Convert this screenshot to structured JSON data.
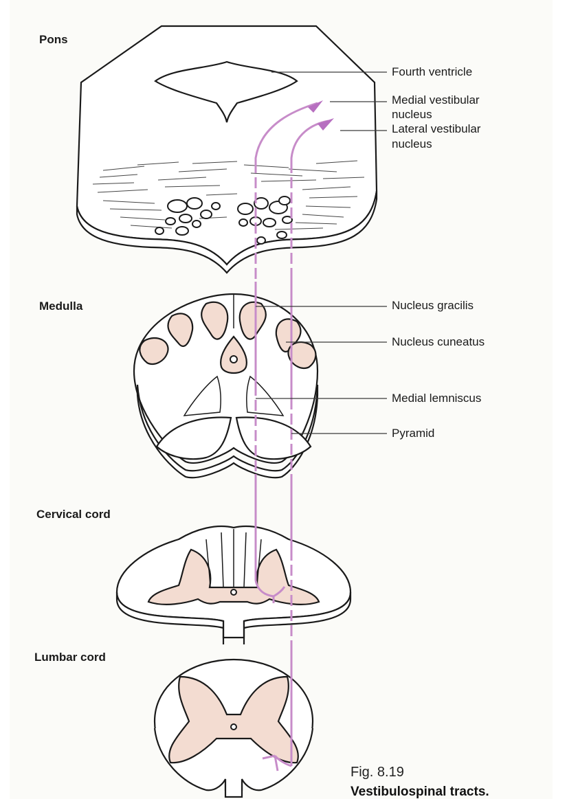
{
  "sections": {
    "pons": "Pons",
    "medulla": "Medulla",
    "cervical_cord": "Cervical cord",
    "lumbar_cord": "Lumbar cord"
  },
  "labels": {
    "fourth_ventricle": "Fourth ventricle",
    "medial_vestibular_1": "Medial vestibular",
    "medial_vestibular_2": "nucleus",
    "lateral_vestibular_1": "Lateral vestibular",
    "lateral_vestibular_2": "nucleus",
    "nucleus_gracilis": "Nucleus gracilis",
    "nucleus_cuneatus": "Nucleus cuneatus",
    "medial_lemniscus": "Medial lemniscus",
    "pyramid": "Pyramid"
  },
  "figure": {
    "number": "Fig. 8.19",
    "caption": "Vestibulospinal tracts."
  },
  "colors": {
    "tract": "#c78cc9",
    "nucleus_fill": "#f3dcd1"
  }
}
